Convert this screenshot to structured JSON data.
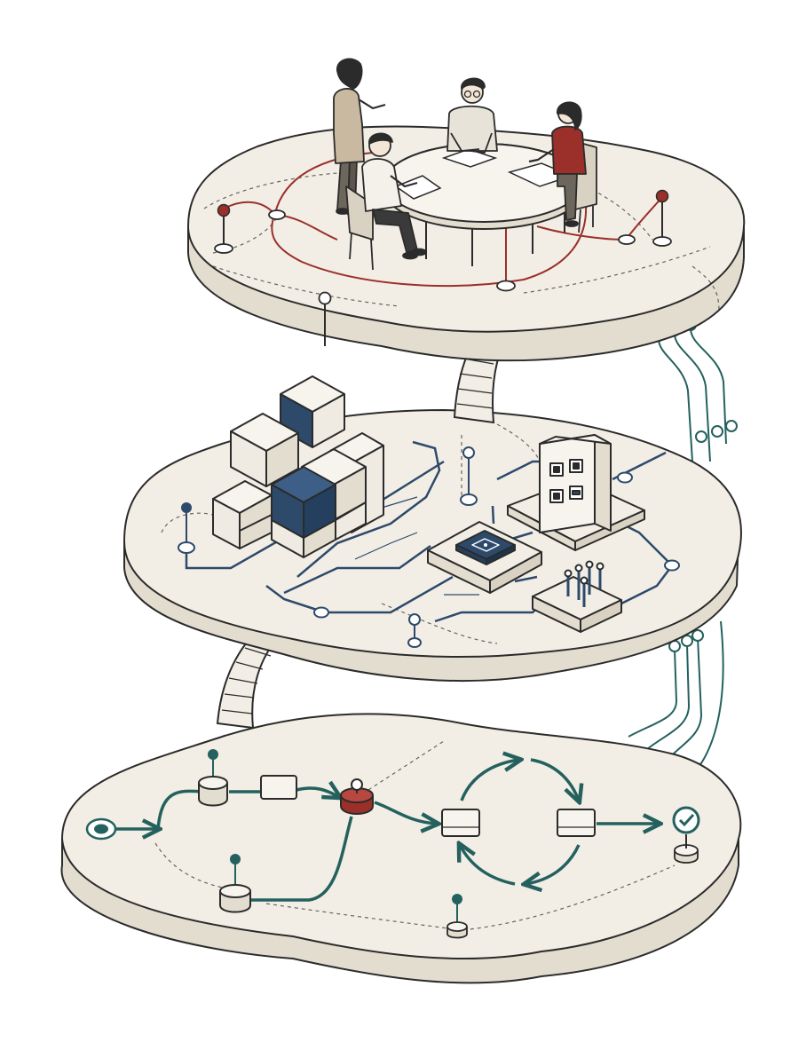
{
  "diagram": {
    "palette": {
      "outline": "#2b2b2b",
      "platform_top": "#f2eee5",
      "platform_side": "#e3ddd0",
      "accent_red": "#9b2f2a",
      "accent_navy": "#2e4a6b",
      "accent_teal": "#24615e",
      "node_fill": "#ffffff",
      "box_light": "#f4f1ea",
      "box_dark": "#2e4a6b"
    },
    "layers": [
      {
        "id": "people",
        "scene": "team-meeting",
        "accent": "#9b2f2a",
        "figures": 4,
        "pins": 3
      },
      {
        "id": "systems",
        "scene": "modules-and-devices",
        "accent": "#2e4a6b",
        "stacked_blocks": 10,
        "dark_blocks": 2,
        "devices": [
          "control-panel-icon",
          "chip-icon",
          "antenna-array-icon"
        ]
      },
      {
        "id": "process",
        "scene": "workflow",
        "accent": "#24615e",
        "steps": 6,
        "loop_arrows": 4,
        "end_marker": "checkmark-icon"
      }
    ],
    "connectors": {
      "bridges": 2,
      "cable_bundles": 2
    }
  }
}
